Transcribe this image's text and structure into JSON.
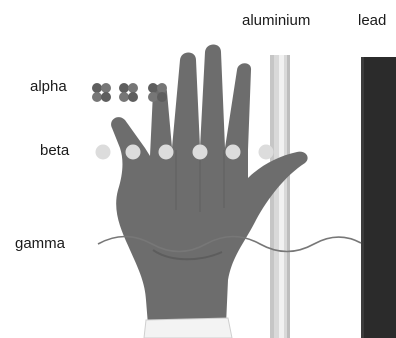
{
  "labels": {
    "alpha": "alpha",
    "beta": "beta",
    "gamma": "gamma",
    "aluminium": "aluminium",
    "lead": "lead"
  },
  "colors": {
    "hand": "#6d6d6d",
    "hand_shadow": "#5a5a5a",
    "cuff": "#f2f2f2",
    "aluminium": "#d8d8d8",
    "lead": "#2b2b2b",
    "alpha_particle": "#6a6a6a",
    "beta_particle": "#dddddd",
    "gamma_wave": "#777777"
  },
  "particles": {
    "alpha_count": 3,
    "beta_count": 6
  }
}
